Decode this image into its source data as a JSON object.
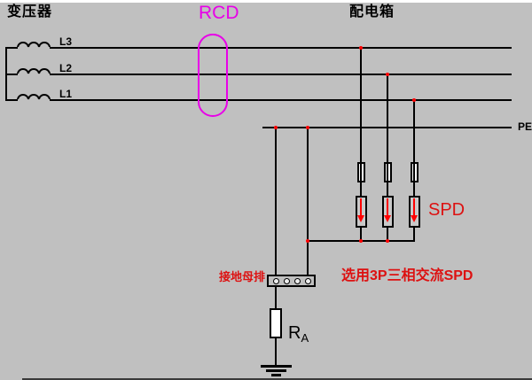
{
  "diagram": {
    "labels": {
      "transformer": "变压器",
      "rcd": "RCD",
      "distribution_box": "配电箱",
      "phases": [
        "L3",
        "L2",
        "L1"
      ],
      "pe": "PE",
      "spd": "SPD",
      "grounding_busbar": "接地母排",
      "note": "选用3P三相交流SPD",
      "resistor": "R",
      "resistor_sub": "A"
    },
    "colors": {
      "background": "#c0c0c0",
      "line": "#000000",
      "rcd_magenta": "#e800e8",
      "label_red": "#dd1111",
      "junction_red": "#ff0000"
    }
  }
}
